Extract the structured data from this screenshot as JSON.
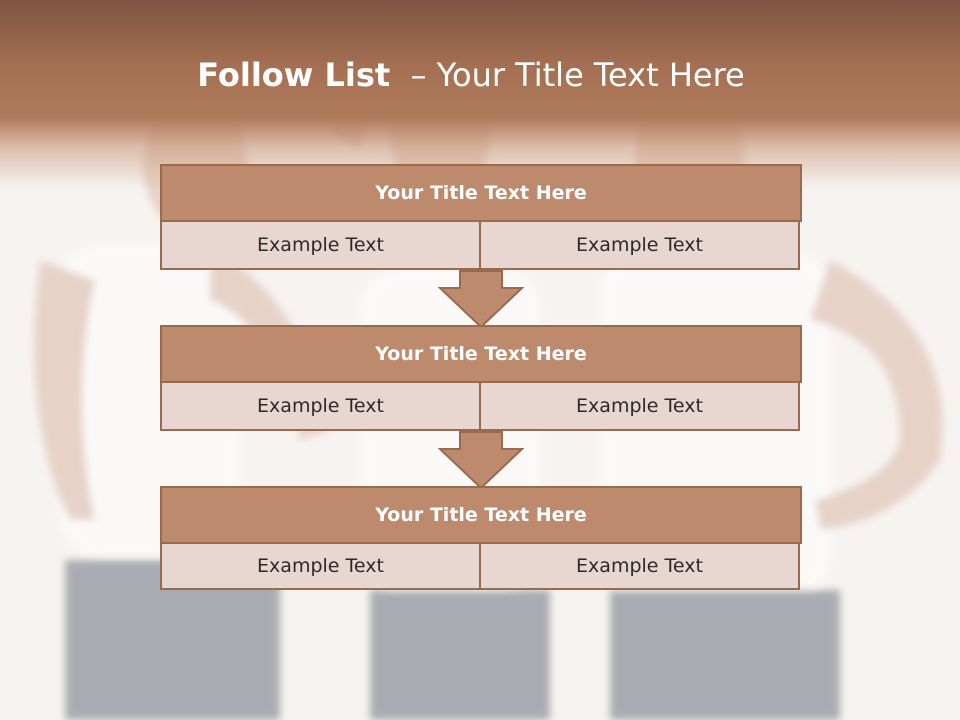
{
  "slide": {
    "title_bold": "Follow List",
    "title_rest": "  – Your Title Text Here"
  },
  "steps": [
    {
      "title": "Your Title Text Here",
      "left": "Example Text",
      "right": "Example Text"
    },
    {
      "title": "Your Title Text Here",
      "left": "Example Text",
      "right": "Example Text"
    },
    {
      "title": "Your Title Text Here",
      "left": "Example Text",
      "right": "Example Text"
    }
  ],
  "colors": {
    "header_dark": "#7e5440",
    "block_title_fill": "#bd8a6e",
    "cell_fill": "#e8d6d0",
    "border": "#9a6a4f"
  },
  "icons": {
    "connector": "down-arrow-icon"
  }
}
